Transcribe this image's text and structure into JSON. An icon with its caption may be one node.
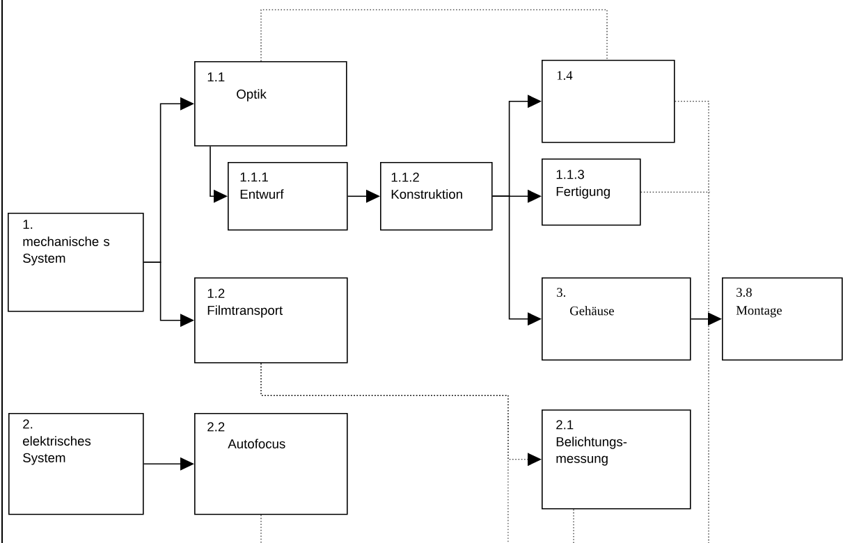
{
  "diagram": {
    "nodes": [
      {
        "text": [
          "1.",
          "mechanische s System"
        ]
      },
      {
        "text": [
          "1.1",
          "Optik"
        ]
      },
      {
        "text": [
          "1.1.1",
          "Entwurf"
        ]
      },
      {
        "text": [
          "1.1.2",
          "Konstruktion"
        ]
      },
      {
        "text": [
          "1.4"
        ]
      },
      {
        "text": [
          "1.1.3",
          "Fertigung"
        ]
      },
      {
        "text": [
          "1.2",
          "Filmtransport"
        ]
      },
      {
        "text": [
          "3.",
          "Gehäuse"
        ]
      },
      {
        "text": [
          "3.8",
          "Montage"
        ]
      },
      {
        "text": [
          "2.",
          "elektrisches System"
        ]
      },
      {
        "text": [
          "2.2",
          "Autofocus"
        ]
      },
      {
        "text": [
          "2.1",
          "Belichtungs- messung"
        ]
      }
    ],
    "edges": [
      {
        "from": 0,
        "to": 1,
        "arrow": "to"
      },
      {
        "from": 0,
        "to": 6,
        "arrow": "to"
      },
      {
        "from": 1,
        "to": 2,
        "arrow": "to"
      },
      {
        "from": 2,
        "to": 3,
        "arrow": "to"
      },
      {
        "from": 3,
        "to": 4,
        "arrow": "to"
      },
      {
        "from": 3,
        "to": 5,
        "arrow": "to"
      },
      {
        "from": 3,
        "to": 7,
        "arrow": "to"
      },
      {
        "from": 7,
        "to": 8,
        "arrow": "to"
      },
      {
        "from": 9,
        "to": 10,
        "arrow": "to"
      },
      {
        "from": 1,
        "to": 4,
        "arrow": "none",
        "style": "dashed"
      },
      {
        "from": 4,
        "to": null,
        "arrow": "none",
        "style": "dashed"
      },
      {
        "from": 5,
        "to": null,
        "arrow": "none",
        "style": "dashed"
      },
      {
        "from": 6,
        "to": 11,
        "arrow": "to",
        "style": "dashed"
      },
      {
        "from": 6,
        "to": null,
        "arrow": "none",
        "style": "dashed"
      },
      {
        "from": 10,
        "to": null,
        "arrow": "none",
        "style": "dashed"
      },
      {
        "from": 11,
        "to": null,
        "arrow": "none",
        "style": "dashed"
      }
    ]
  }
}
